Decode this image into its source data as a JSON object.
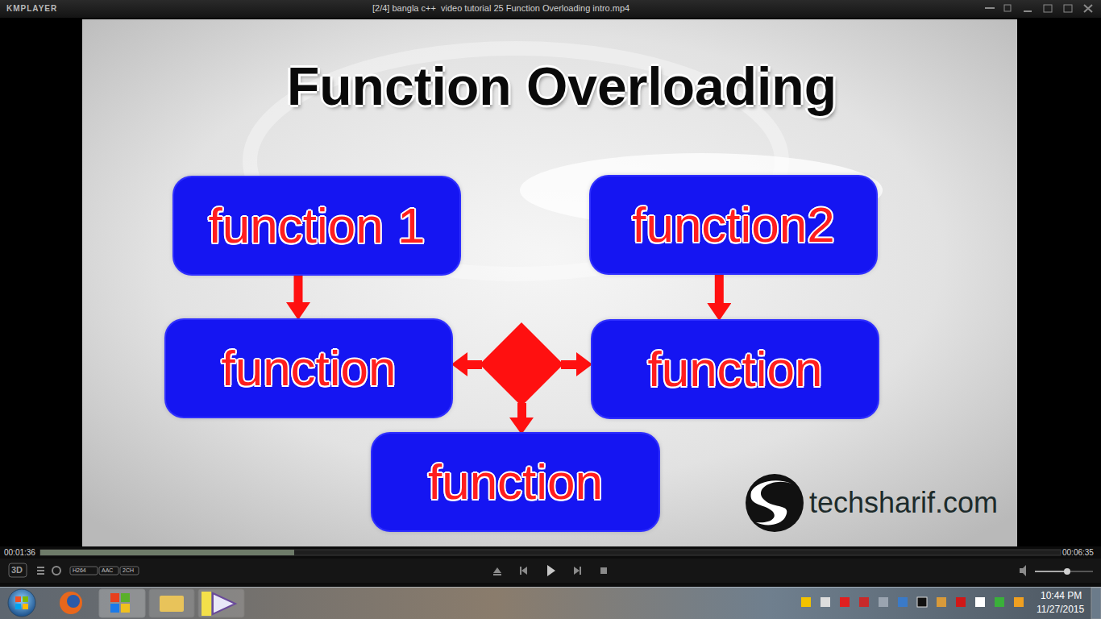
{
  "diagram": {
    "title": "Function Overloading",
    "nodes": [
      {
        "text": [
          "function 1"
        ]
      },
      {
        "text": [
          "function2"
        ]
      },
      {
        "text": [
          "function"
        ]
      },
      {
        "text": [
          "function"
        ]
      },
      {
        "text": [
          "function"
        ]
      }
    ],
    "edges": [
      {
        "from": 0,
        "to": 2,
        "arrow": "to"
      },
      {
        "from": 1,
        "to": 3,
        "arrow": "to"
      }
    ],
    "labels": [
      "KMPLAYER",
      "[2/4] bangla c++  video tutorial 25 Function Overloading intro.mp4",
      "00:01:36",
      "00:06:35",
      "3D",
      "H264",
      "AAC",
      "2CH",
      "techsharif.com",
      "10:44 PM",
      "11/27/2015"
    ]
  }
}
